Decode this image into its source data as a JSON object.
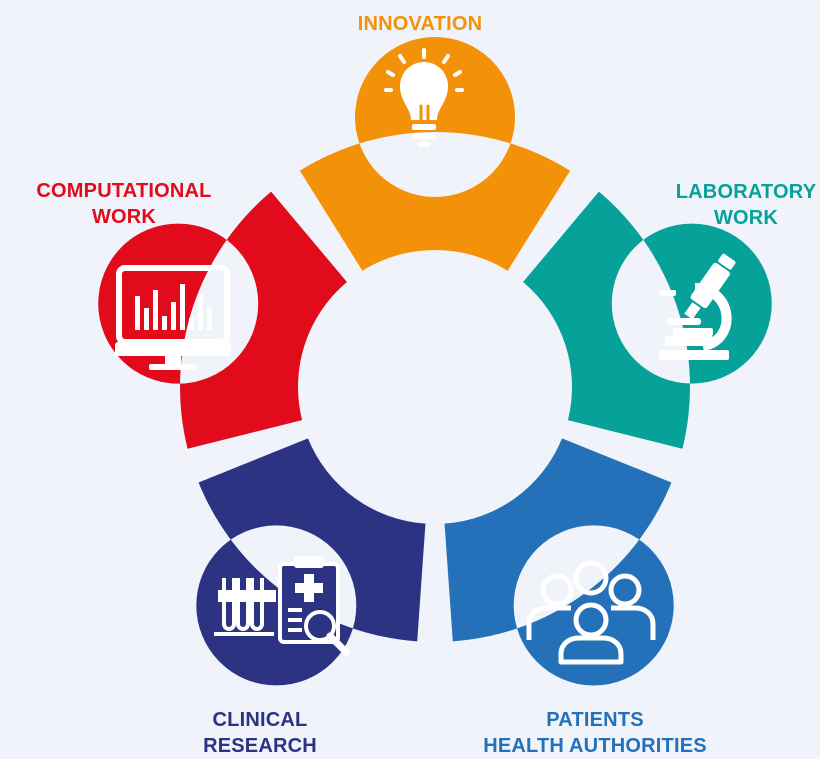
{
  "colors": {
    "innovation": "#f39208",
    "laboratory": "#06a29a",
    "patients": "#2471b9",
    "clinical": "#2c3383",
    "computational": "#e10b1b",
    "background": "#f0f3fa",
    "icon": "#ffffff"
  },
  "segments": [
    {
      "key": "innovation",
      "label_lines": [
        "INNOVATION"
      ],
      "icon": "lightbulb-icon"
    },
    {
      "key": "laboratory",
      "label_lines": [
        "LABORATORY",
        "WORK"
      ],
      "icon": "microscope-icon"
    },
    {
      "key": "patients",
      "label_lines": [
        "PATIENTS",
        "HEALTH AUTHORITIES"
      ],
      "icon": "people-group-icon"
    },
    {
      "key": "clinical",
      "label_lines": [
        "CLINICAL",
        "RESEARCH"
      ],
      "icon": "test-tubes-clipboard-icon"
    },
    {
      "key": "computational",
      "label_lines": [
        "COMPUTATIONAL",
        "WORK"
      ],
      "icon": "monitor-bar-chart-icon"
    }
  ]
}
